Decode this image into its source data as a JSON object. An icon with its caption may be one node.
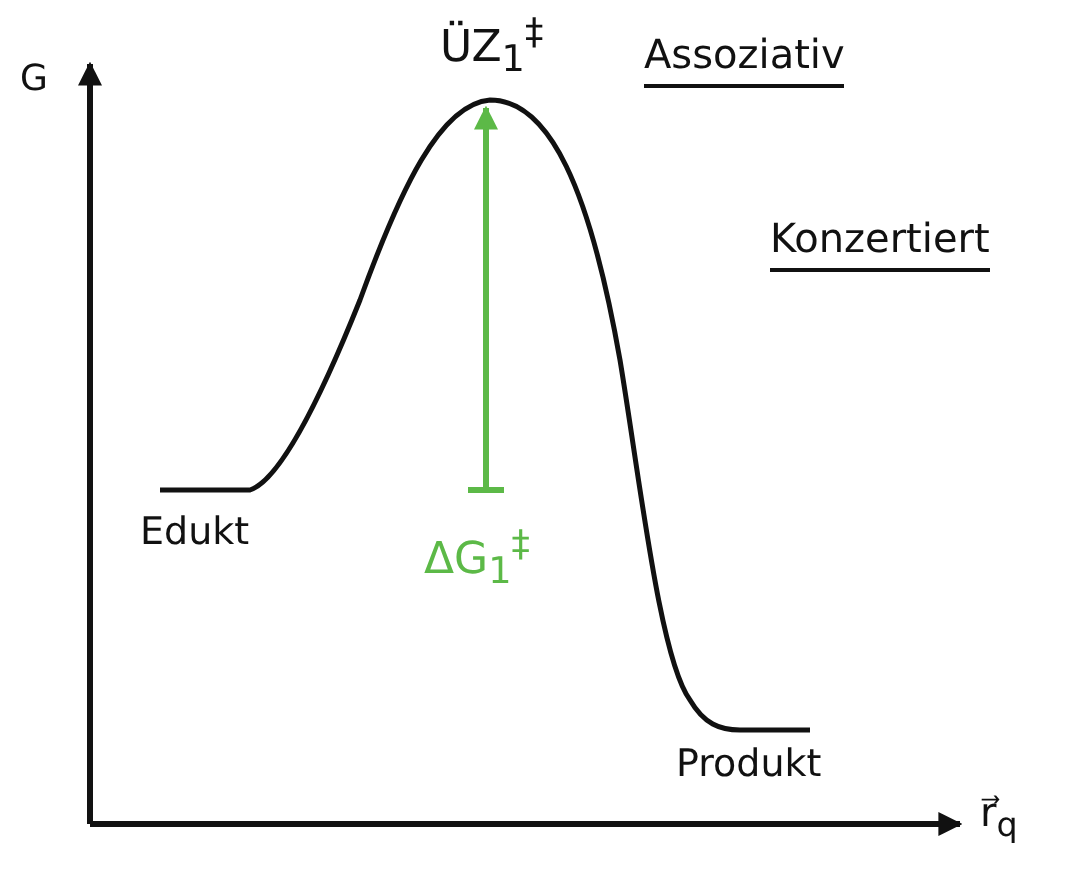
{
  "diagram": {
    "labels": [
      "G",
      "ÜZ$_{1}$$^{‡}$",
      "Assoziativ",
      "Konzertiert",
      "Edukt",
      "ΔG$_{1}$$^{‡}$",
      "Produkt",
      "r⃗$_{q}$"
    ]
  }
}
